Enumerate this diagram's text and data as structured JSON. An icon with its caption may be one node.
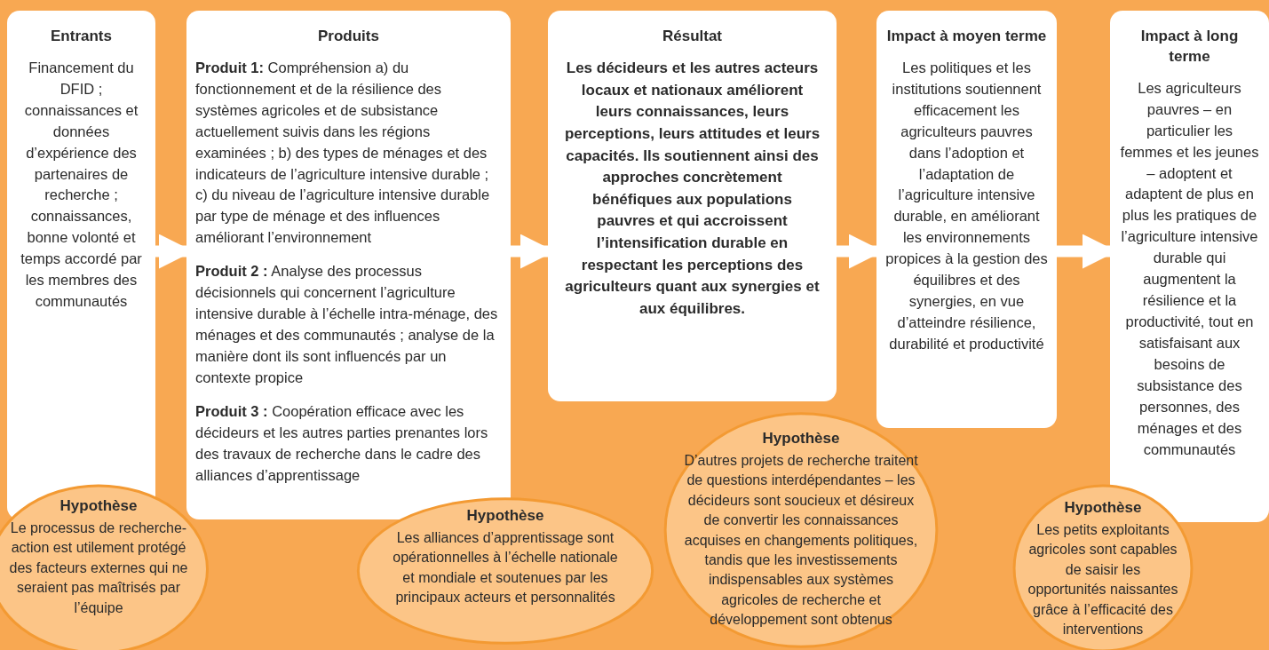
{
  "diagram": {
    "nodes": [
      {
        "text": [
          "Entrants",
          "Financement du DFID ; connaissances et données d’expérience des partenaires de recherche ; connaissances, bonne volonté et temps accordé par les membres des communautés"
        ]
      },
      {
        "text": [
          "Produits",
          "**Produit 1:** Compréhension a) du fonctionnement et de la résilience des systèmes agricoles et de subsistance actuellement suivis dans les régions examinées ; b) des types de ménages et des indicateurs de l’agriculture intensive durable ; c) du niveau de l’agriculture intensive durable par type de ménage et des influences améliorant l’environnement",
          "**Produit 2 :** Analyse des processus décisionnels qui concernent l’agriculture intensive durable à l’échelle intra-ménage, des ménages et des communautés ; analyse de la manière dont ils sont influencés par un contexte propice",
          "**Produit 3 :** Coopération efficace avec les décideurs et les autres parties prenantes lors des travaux de recherche dans le cadre des alliances d’apprentissage"
        ]
      },
      {
        "text": [
          "Résultat",
          "Les décideurs et les autres acteurs locaux et nationaux améliorent leurs connaissances, leurs perceptions, leurs attitudes et leurs capacités. Ils soutiennent ainsi des approches concrètement bénéfiques aux populations pauvres et qui accroissent l’intensification durable en respectant les perceptions des agriculteurs quant aux synergies et aux équilibres."
        ]
      },
      {
        "text": [
          "Impact à moyen terme",
          "Les politiques et les institutions soutiennent efficacement les agriculteurs pauvres dans l’adoption et l’adaptation de l’agriculture intensive durable, en améliorant les environnements propices à la gestion des équilibres et des synergies, en vue d’atteindre résilience, durabilité et productivité"
        ]
      },
      {
        "text": [
          "Impact à long terme",
          "Les agriculteurs pauvres – en particulier les femmes et les jeunes – adoptent et adaptent de plus en plus les pratiques de l’agriculture intensive durable qui augmentent la résilience et la productivité, tout en satisfaisant aux besoins de subsistance des personnes, des ménages et des communautés"
        ]
      },
      {
        "text": [
          "Hypothèse",
          "Le processus de recherche-action est utilement protégé des facteurs externes qui ne seraient pas maîtrisés par l’équipe"
        ]
      },
      {
        "text": [
          "Hypothèse",
          "Les alliances d’apprentissage sont opérationnelles à l’échelle nationale et mondiale et soutenues par les principaux acteurs et personnalités"
        ]
      },
      {
        "text": [
          "Hypothèse",
          "D’autres projets de recherche traitent de questions interdépendantes – les décideurs sont soucieux et désireux de convertir les connaissances acquises en changements politiques, tandis que les investissements indispensables aux systèmes agricoles de recherche et développement sont obtenus"
        ]
      },
      {
        "text": [
          "Hypothèse",
          "Les petits exploitants agricoles sont  capables de saisir les opportunités naissantes grâce à l’efficacité des interventions"
        ]
      }
    ],
    "edges": [
      {
        "from": 0,
        "to": 1,
        "arrow": "to"
      },
      {
        "from": 1,
        "to": 2,
        "arrow": "to"
      },
      {
        "from": 2,
        "to": 3,
        "arrow": "to"
      },
      {
        "from": 3,
        "to": 4,
        "arrow": "to"
      }
    ]
  }
}
